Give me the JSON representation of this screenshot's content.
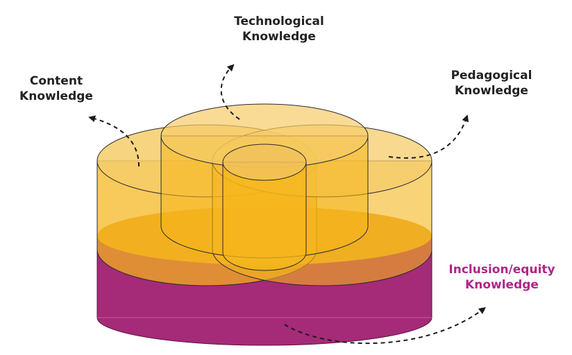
{
  "labels": {
    "technological": {
      "line1": "Technological",
      "line2": "Knowledge"
    },
    "content": {
      "line1": "Content",
      "line2": "Knowledge"
    },
    "pedagogical": {
      "line1": "Pedagogical",
      "line2": "Knowledge"
    },
    "inclusion": {
      "line1": "Inclusion/equity",
      "line2": "Knowledge"
    }
  },
  "colors": {
    "text": "#222222",
    "inclusion_text": "#b0258a",
    "base_cylinder": "#a52a78",
    "knowledge_cylinders": "#f5b61c",
    "overlap_band": "#e8a22e",
    "outline": "#2b2b2b",
    "arrow": "#1a1a1a"
  },
  "icons": {
    "arrowhead": "triangle"
  }
}
